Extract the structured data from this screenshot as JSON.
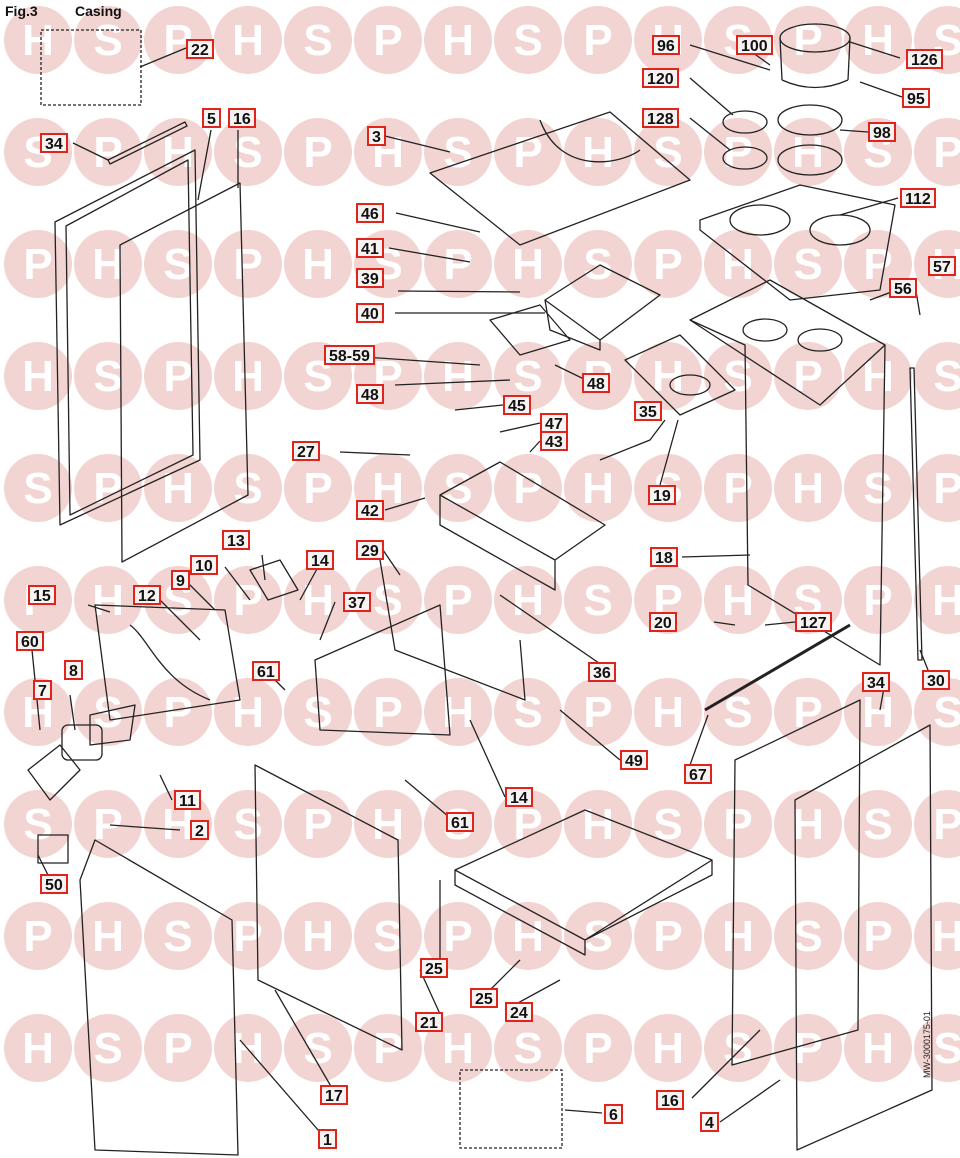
{
  "header": {
    "fig": "Fig.3",
    "title": "Casing"
  },
  "drawing_code": "MW-3000175-01",
  "watermark": {
    "letters": [
      "H",
      "S",
      "P"
    ],
    "color": "#f2d4d2"
  },
  "colors": {
    "callout_border": "#e0241b",
    "line": "#222222"
  },
  "callouts": [
    "22",
    "96",
    "100",
    "126",
    "95",
    "120",
    "98",
    "128",
    "112",
    "34",
    "5",
    "16",
    "3",
    "46",
    "41",
    "39",
    "40",
    "57",
    "56",
    "58-59",
    "48",
    "48",
    "45",
    "47",
    "35",
    "43",
    "27",
    "19",
    "42",
    "29",
    "18",
    "13",
    "14",
    "37",
    "10",
    "9",
    "15",
    "12",
    "20",
    "127",
    "60",
    "61",
    "36",
    "8",
    "7",
    "30",
    "34",
    "67",
    "49",
    "11",
    "14",
    "61",
    "2",
    "50",
    "25",
    "25",
    "24",
    "21",
    "17",
    "1",
    "6",
    "16",
    "4"
  ]
}
